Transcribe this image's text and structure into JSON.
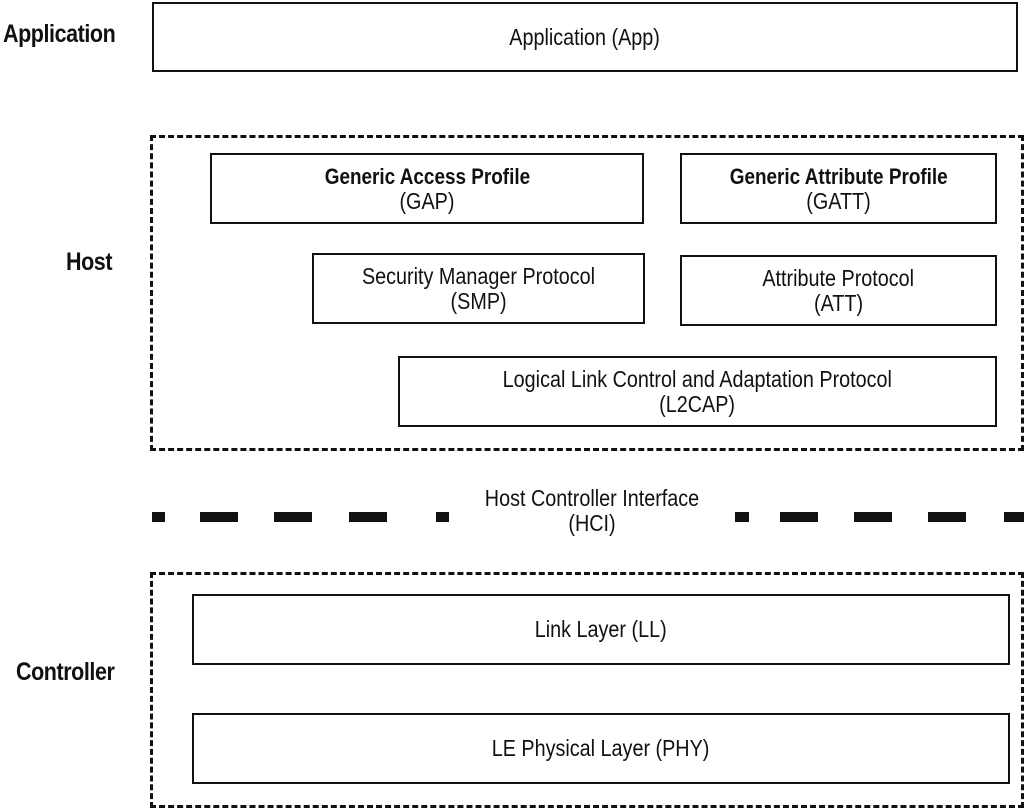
{
  "labels": {
    "application": "Application",
    "host": "Host",
    "controller": "Controller"
  },
  "application_box": {
    "line1": "Application (App)"
  },
  "gap_box": {
    "line1": "Generic Access Profile",
    "line2": "(GAP)"
  },
  "gatt_box": {
    "line1": "Generic Attribute Profile",
    "line2": "(GATT)"
  },
  "smp_box": {
    "line1": "Security Manager Protocol",
    "line2": "(SMP)"
  },
  "att_box": {
    "line1": "Attribute Protocol",
    "line2": "(ATT)"
  },
  "l2cap_box": {
    "line1": "Logical Link Control and Adaptation Protocol",
    "line2": "(L2CAP)"
  },
  "hci": {
    "line1": "Host Controller Interface",
    "line2": "(HCI)"
  },
  "ll_box": {
    "line1": "Link Layer (LL)"
  },
  "phy_box": {
    "line1": "LE Physical Layer (PHY)"
  }
}
